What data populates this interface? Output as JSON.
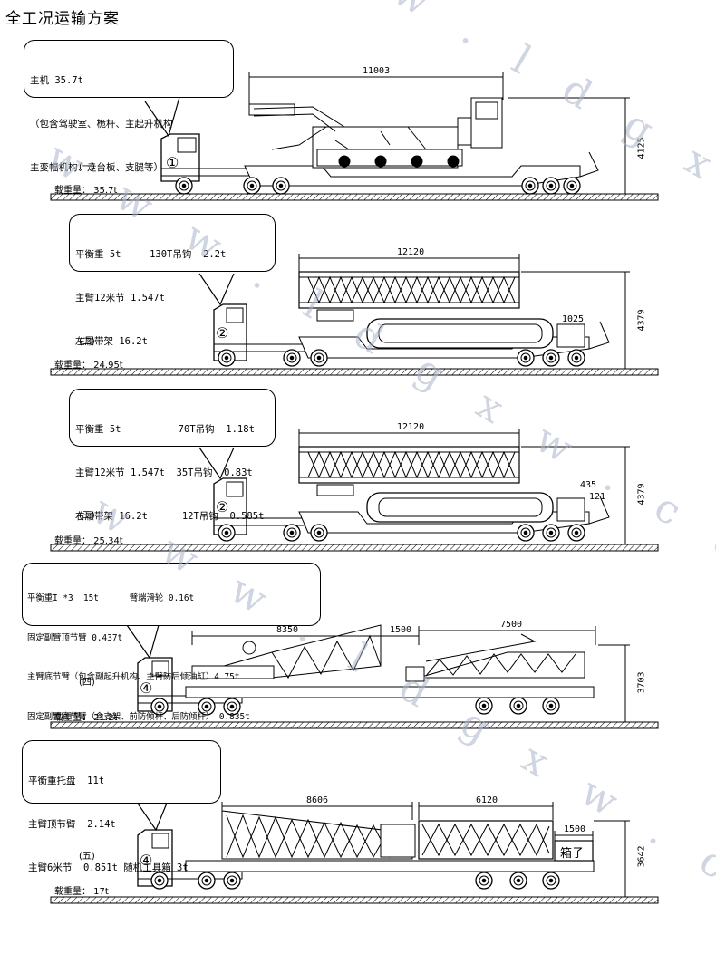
{
  "title": "全工况运输方案",
  "watermark": "w w w . l d g x w . c o m",
  "sections": [
    {
      "no": "(一)",
      "circle": "①",
      "note": [
        "主机 35.7t",
        "（包含驾驶室、桅杆、主起升机构",
        "主变幅机构、走台板、支腿等）"
      ],
      "load": "载重量： 35.7t",
      "dims": {
        "length": "11003",
        "height": "4125"
      }
    },
    {
      "no": "(二)",
      "circle": "②",
      "note": [
        "平衡重 5t     130T吊钩  2.2t",
        "主臂12米节 1.547t",
        "左履带架 16.2t"
      ],
      "load": "载重量： 24.95t",
      "dims": {
        "length": "12120",
        "height": "4379",
        "extra": "1025"
      }
    },
    {
      "no": "(三)",
      "circle": "②",
      "note": [
        "平衡重 5t          70T吊钩  1.18t",
        "主臂12米节 1.547t  35T吊钩  0.83t",
        "右履带架 16.2t      12T吊钩  0.585t"
      ],
      "load": "载重量： 25.34t",
      "dims": {
        "length": "12120",
        "height": "4379",
        "extra1": "435",
        "extra2": "121"
      }
    },
    {
      "no": "(四)",
      "circle": "④",
      "note": [
        "平衡重I *3  15t      臂端滑轮 0.16t",
        "固定副臂顶节臂 0.437t",
        "主臂底节臂（包含副起升机构、主臂防后倾油缸）4.75t",
        "固定副臂底节臂（含支架、前防倾杆、后防倾杆） 0.835t"
      ],
      "load": "载重量： 21.2t",
      "dims": {
        "len1": "8350",
        "len2": "1500",
        "len3": "7500",
        "height": "3703"
      }
    },
    {
      "no": "(五)",
      "circle": "④",
      "note": [
        "平衡重托盘  11t",
        "主臂顶节臂  2.14t",
        "主臂6米节  0.851t 随机工具箱 3t"
      ],
      "load": "载重量： 17t",
      "dims": {
        "len1": "8606",
        "len2": "6120",
        "len3": "1500",
        "height": "3642"
      },
      "box": "箱子"
    }
  ]
}
